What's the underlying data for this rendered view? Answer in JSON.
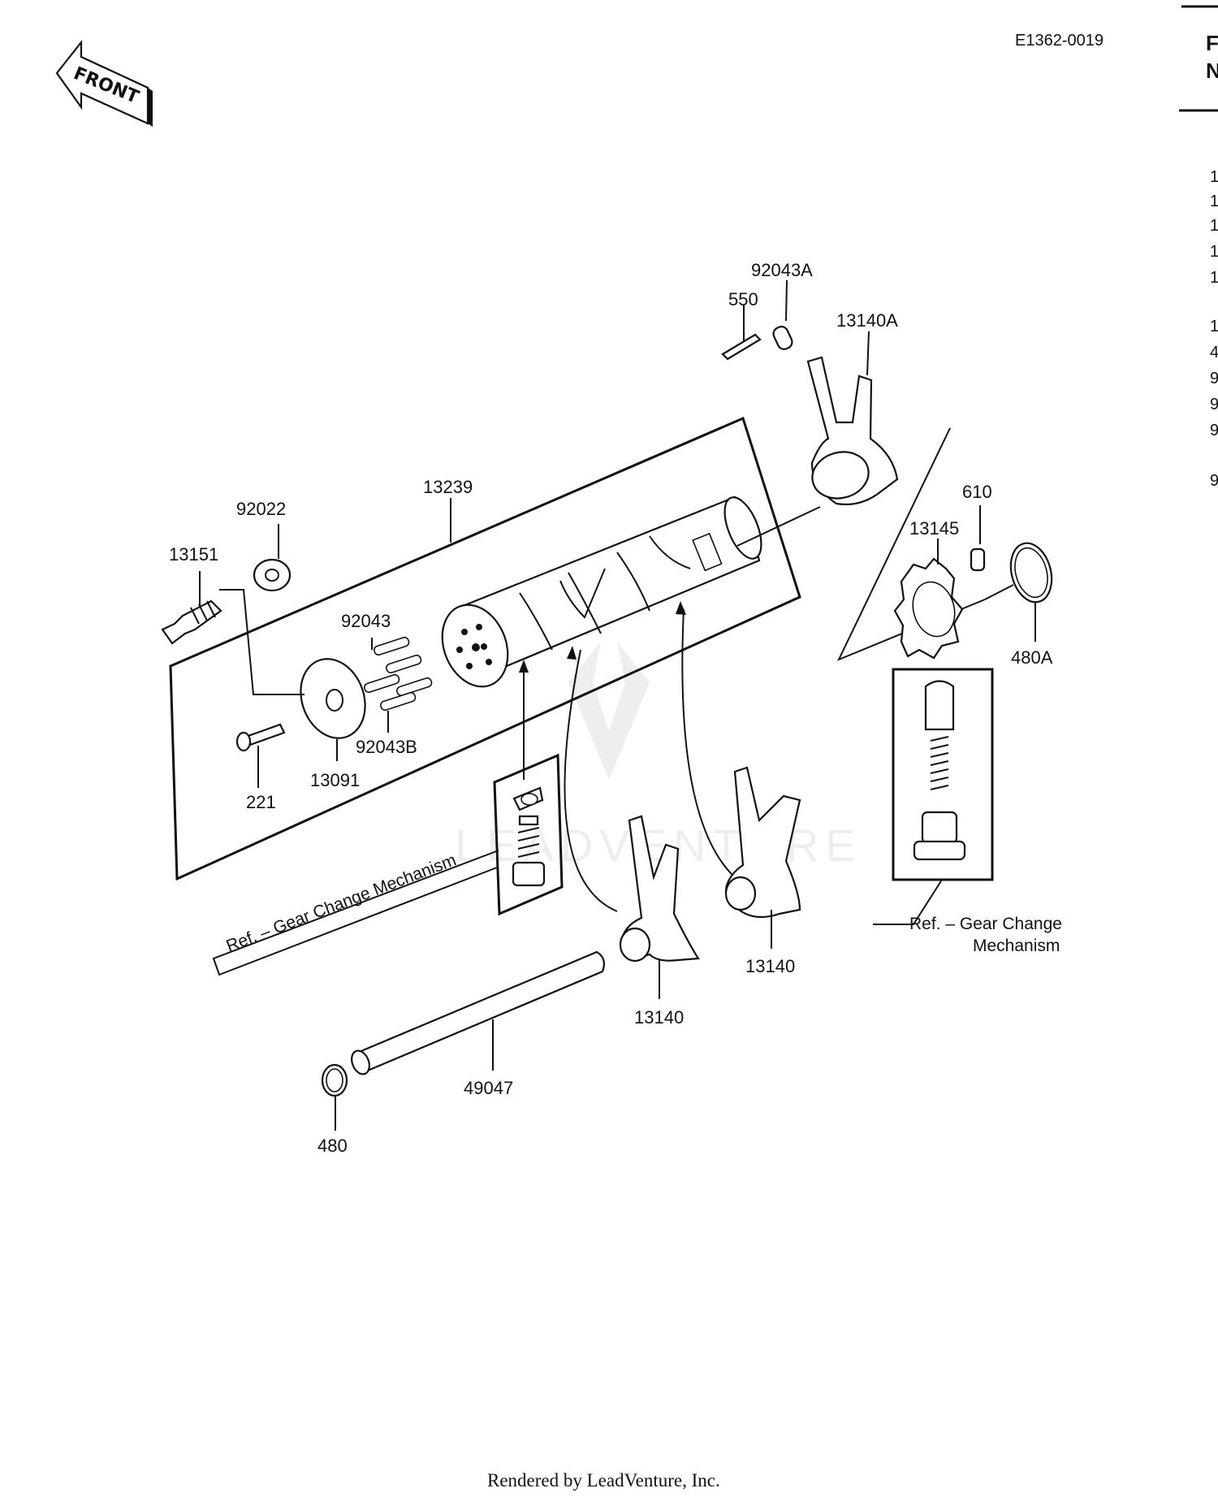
{
  "diagram_code": "E1362-0019",
  "front_label": "FRONT",
  "right_edge_partial": [
    "F",
    "N",
    "1",
    "1",
    "1",
    "1",
    "1",
    "1",
    "4",
    "9",
    "9",
    "9",
    "9"
  ],
  "parts": {
    "p92043A": "92043A",
    "p550": "550",
    "p13140A": "13140A",
    "p13239": "13239",
    "p92022": "92022",
    "p13151": "13151",
    "p92043": "92043",
    "p92043B": "92043B",
    "p221": "221",
    "p13091": "13091",
    "p610": "610",
    "p13145": "13145",
    "p480A": "480A",
    "p13140_right": "13140",
    "p13140_left": "13140",
    "p49047": "49047",
    "p480": "480"
  },
  "refs": {
    "left": "Ref. – Gear Change Mechanism",
    "right_line1": "Ref. – Gear Change",
    "right_line2": "Mechanism"
  },
  "watermark": "LEADVENTURE",
  "footer": "Rendered by LeadVenture, Inc."
}
